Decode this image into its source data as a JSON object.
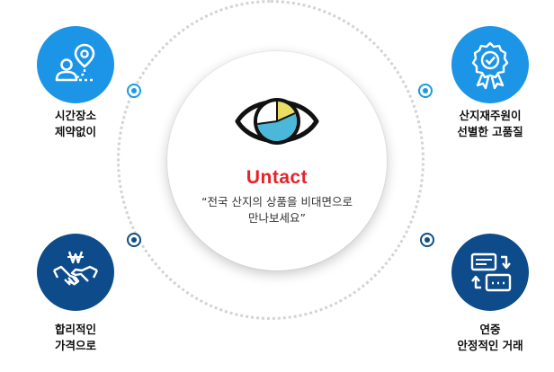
{
  "center": {
    "title": "Untact",
    "description_line1": "“전국 산지의 상품을 비대면으로",
    "description_line2": "만나보세요”",
    "icon": "eye-pie-icon"
  },
  "features": [
    {
      "line1": "시간장소",
      "line2": "제약없이",
      "icon": "location-person-icon"
    },
    {
      "line1": "산지재주원이",
      "line2": "선별한 고품질",
      "icon": "quality-badge-icon"
    },
    {
      "line1": "합리적인",
      "line2": "가격으로",
      "icon": "handshake-won-icon"
    },
    {
      "line1": "연중",
      "line2": "안정적인 거래",
      "icon": "exchange-cards-icon"
    }
  ],
  "colors": {
    "accent_red": "#e3242b",
    "light_blue": "#1c95e6",
    "dark_blue": "#0d4b8b",
    "eye_blue": "#4bb8da",
    "eye_yellow": "#e9dd63"
  }
}
